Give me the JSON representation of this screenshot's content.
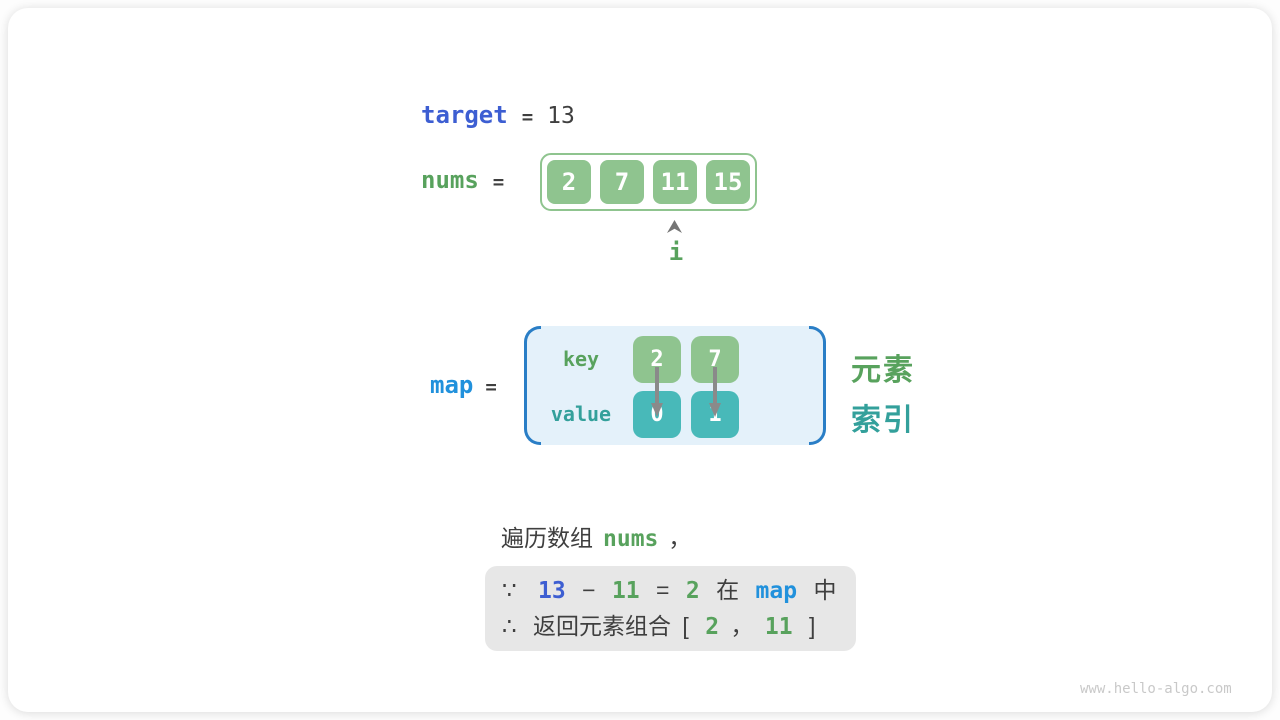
{
  "colors": {
    "royal_blue": "#3D5ED2",
    "azure_blue": "#2191DC",
    "green_text": "#58A25D",
    "green_box_fill": "#8FC48F",
    "teal_text": "#33A09B",
    "teal_box_fill": "#48B9B9",
    "dark_text": "#3F3F3F",
    "arrow_gray": "#8A8A8A",
    "map_background": "#E4F1FA",
    "map_bracket_blue": "#2A7EC6",
    "callout_background": "#E7E7E7",
    "watermark_gray": "#C9C9C9"
  },
  "target_line": {
    "variable": "target",
    "equals": "=",
    "value": "13"
  },
  "nums_line": {
    "variable": "nums",
    "equals": "="
  },
  "nums_array": {
    "items": [
      "2",
      "7",
      "11",
      "15"
    ]
  },
  "index_pointer": {
    "label": "i",
    "icon": "up-arrowhead",
    "points_at_item": "11"
  },
  "map_line": {
    "variable": "map",
    "equals": "="
  },
  "map_table": {
    "key_label": "key",
    "value_label": "value",
    "entries": [
      {
        "key": "2",
        "value": "0"
      },
      {
        "key": "7",
        "value": "1"
      }
    ]
  },
  "legend": {
    "element_label": "元素",
    "index_label": "索引"
  },
  "caption": {
    "prefix": "遍历数组",
    "code": "nums",
    "suffix": "，"
  },
  "callout": {
    "because": "∵",
    "therefore": "∴",
    "line1": {
      "minuend": "13",
      "minus": "−",
      "subtrahend": "11",
      "equals": "=",
      "result": "2",
      "in_prefix": "在",
      "map_ref": "map",
      "in_suffix": "中"
    },
    "line2": {
      "text": "返回元素组合",
      "open_bracket": "[",
      "first": "2",
      "comma": "，",
      "second": "11",
      "close_bracket": "]"
    }
  },
  "watermark": "www.hello-algo.com"
}
